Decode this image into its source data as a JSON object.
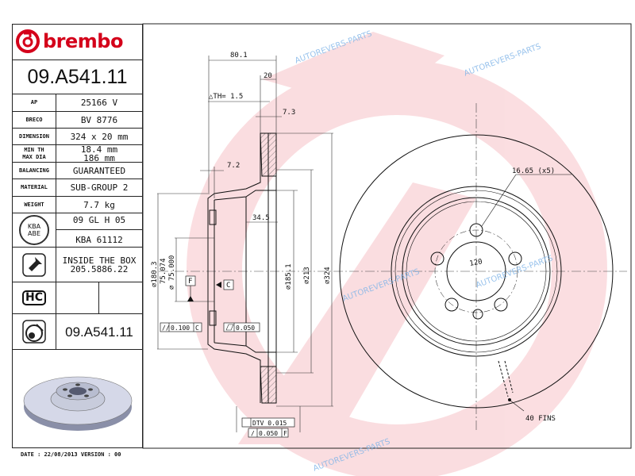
{
  "brand": {
    "name": "brembo"
  },
  "part_number": "09.A541.11",
  "specs": [
    {
      "label": "AP",
      "value": "25166 V"
    },
    {
      "label": "BRECO",
      "value": "BV 8776"
    },
    {
      "label": "DIMENSION",
      "value": "324 x 20 mm"
    },
    {
      "label": "MIN TH",
      "label2": "MAX DIA",
      "value": "18.4 mm",
      "value2": "186 mm"
    },
    {
      "label": "BALANCING",
      "value": "GUARANTEED"
    },
    {
      "label": "MATERIAL",
      "value": "SUB-GROUP 2"
    },
    {
      "label": "WEIGHT",
      "value": "7.7 kg"
    }
  ],
  "kba": {
    "badge_line1": "KBA",
    "badge_line2": "ABE",
    "value1": "09 GL H 05",
    "value2": "KBA 61112"
  },
  "screw": {
    "line1": "INSIDE THE BOX",
    "line2": "205.5886.22"
  },
  "hc": {
    "badge": "HC"
  },
  "bottom_part_number": "09.A541.11",
  "footer": {
    "date": "DATE : 22/08/2013 VERSION : 00"
  },
  "watermark": "AUTOREVERS-PARTS",
  "drawing": {
    "overall_width": "80.1",
    "thickness": "20",
    "delta_th": "△TH= 1.5",
    "dim_7_3": "7.3",
    "dim_7_2": "7.2",
    "dim_34_5": "34.5",
    "dia_180_3": "⌀180.3",
    "dia_75_074": "75.074",
    "dia_75_000": "⌀ 75.000",
    "dia_185_1": "⌀185.1",
    "dia_213": "⌀213",
    "dia_324": "⌀324",
    "datum_f": "F",
    "datum_c": "C",
    "parallelism": "0.100",
    "parallelism_ref": "C",
    "flatness": "0.050",
    "dtv": "DTV 0.015",
    "runout": "0.050",
    "runout_ref": "F",
    "bolt_holes": "16.65 (x5)",
    "pcd": "120",
    "fins": "40 FINS"
  }
}
